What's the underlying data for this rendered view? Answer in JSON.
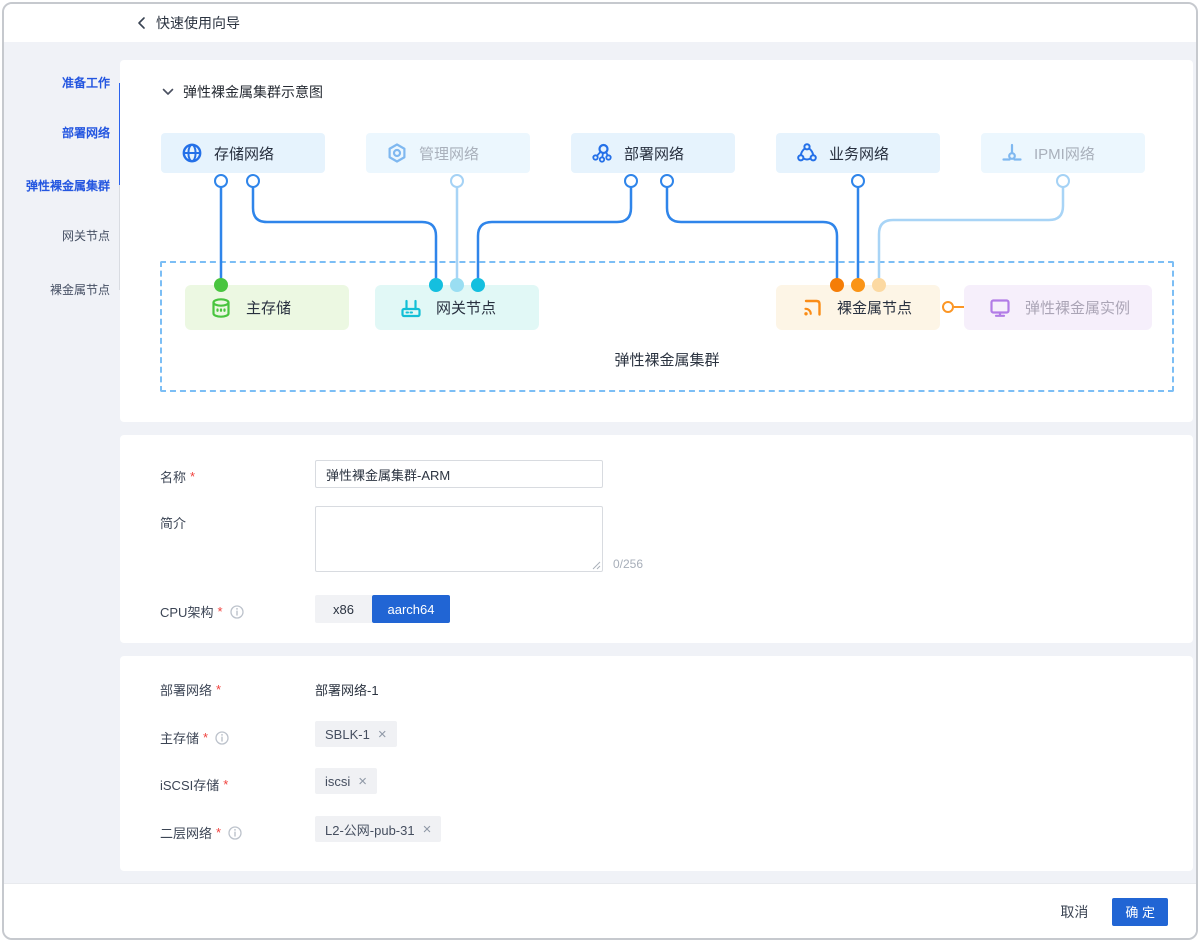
{
  "header": {
    "title": "快速使用向导"
  },
  "ui": {
    "required_mark": "*",
    "remove_mark": "×"
  },
  "stepper": {
    "steps": [
      {
        "label": "准备工作",
        "state": "active"
      },
      {
        "label": "部署网络",
        "state": "active"
      },
      {
        "label": "弹性裸金属集群",
        "state": "active"
      },
      {
        "label": "网关节点",
        "state": "pending"
      },
      {
        "label": "裸金属节点",
        "state": "pending"
      }
    ]
  },
  "diagram": {
    "section_title": "弹性裸金属集群示意图",
    "cluster_label": "弹性裸金属集群",
    "networks": [
      {
        "label": "存储网络",
        "icon": "globe-icon",
        "dimmed": false
      },
      {
        "label": "管理网络",
        "icon": "hex-nut-icon",
        "dimmed": true
      },
      {
        "label": "部署网络",
        "icon": "cluster-icon",
        "dimmed": false
      },
      {
        "label": "业务网络",
        "icon": "tri-network-icon",
        "dimmed": false
      },
      {
        "label": "IPMI网络",
        "icon": "plumb-icon",
        "dimmed": true
      }
    ],
    "nodes": [
      {
        "label": "主存储",
        "icon": "database-icon"
      },
      {
        "label": "网关节点",
        "icon": "router-icon"
      },
      {
        "label": "裸金属节点",
        "icon": "cast-icon"
      },
      {
        "label": "弹性裸金属实例",
        "icon": "monitor-icon"
      }
    ]
  },
  "basic_form": {
    "name_label": "名称",
    "name_value": "弹性裸金属集群-ARM",
    "desc_label": "简介",
    "desc_value": "",
    "desc_counter": "0/256",
    "cpu_label": "CPU架构",
    "cpu_options": [
      {
        "label": "x86",
        "selected": false
      },
      {
        "label": "aarch64",
        "selected": true
      }
    ]
  },
  "cluster_form": {
    "deploy_net_label": "部署网络",
    "deploy_net_value": "部署网络-1",
    "primary_storage_label": "主存储",
    "primary_storage_tag": "SBLK-1",
    "iscsi_label": "iSCSI存储",
    "iscsi_tag": "iscsi",
    "l2_label": "二层网络",
    "l2_tag": "L2-公网-pub-31"
  },
  "footer": {
    "cancel_label": "取消",
    "confirm_label": "确 定"
  },
  "colors": {
    "accent_blue": "#2165d4",
    "stepper_blue": "#2456e0",
    "wire_blue": "#2f85ea",
    "wire_pale": "#a8d4f6",
    "green": "#49c53f",
    "cyan": "#14bfdf",
    "orange": "#fa8c16",
    "purple": "#b27ce6",
    "required_red": "#f0413d"
  }
}
